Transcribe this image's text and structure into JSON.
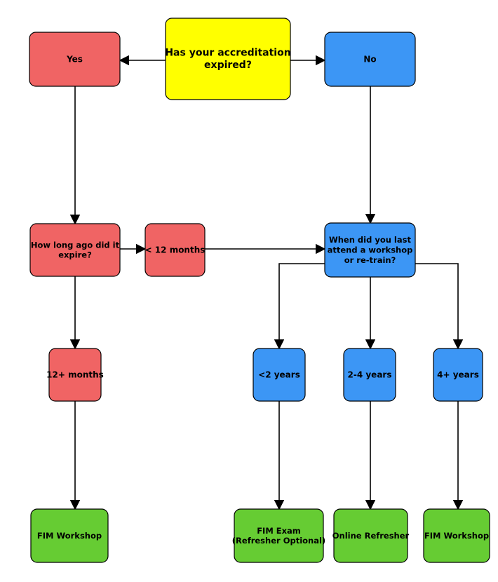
{
  "colors": {
    "question": "#ffff00",
    "expired_path": "#f06464",
    "current_path": "#3c96f5",
    "outcome": "#66cc33",
    "border": "#000000",
    "arrow": "#000000"
  },
  "nodes": {
    "start": {
      "lines": [
        "Has your accreditation",
        "expired?"
      ],
      "kind": "question"
    },
    "yes": {
      "lines": [
        "Yes"
      ],
      "kind": "expired_path"
    },
    "no": {
      "lines": [
        "No"
      ],
      "kind": "current_path"
    },
    "how_long": {
      "lines": [
        "How long ago did it",
        "expire?"
      ],
      "kind": "expired_path"
    },
    "lt12": {
      "lines": [
        "< 12 months"
      ],
      "kind": "expired_path"
    },
    "when_last": {
      "lines": [
        "When did you last",
        "attend a workshop",
        "or re-train?"
      ],
      "kind": "current_path"
    },
    "m12plus": {
      "lines": [
        "12+ months"
      ],
      "kind": "expired_path"
    },
    "lt2": {
      "lines": [
        "<2 years"
      ],
      "kind": "current_path"
    },
    "y2_4": {
      "lines": [
        "2-4 years"
      ],
      "kind": "current_path"
    },
    "y4plus": {
      "lines": [
        "4+ years"
      ],
      "kind": "current_path"
    },
    "fim_workshop_1": {
      "lines": [
        "FIM Workshop"
      ],
      "kind": "outcome"
    },
    "fim_exam": {
      "lines": [
        "FIM Exam",
        "(Refresher Optional)"
      ],
      "kind": "outcome"
    },
    "online_refresher": {
      "lines": [
        "Online Refresher"
      ],
      "kind": "outcome"
    },
    "fim_workshop_2": {
      "lines": [
        "FIM Workshop"
      ],
      "kind": "outcome"
    }
  },
  "edges": [
    {
      "from": "start",
      "to": "yes"
    },
    {
      "from": "start",
      "to": "no"
    },
    {
      "from": "yes",
      "to": "how_long"
    },
    {
      "from": "no",
      "to": "when_last"
    },
    {
      "from": "how_long",
      "to": "lt12"
    },
    {
      "from": "lt12",
      "to": "when_last"
    },
    {
      "from": "how_long",
      "to": "m12plus"
    },
    {
      "from": "when_last",
      "to": "lt2"
    },
    {
      "from": "when_last",
      "to": "y2_4"
    },
    {
      "from": "when_last",
      "to": "y4plus"
    },
    {
      "from": "m12plus",
      "to": "fim_workshop_1"
    },
    {
      "from": "lt2",
      "to": "fim_exam"
    },
    {
      "from": "y2_4",
      "to": "online_refresher"
    },
    {
      "from": "y4plus",
      "to": "fim_workshop_2"
    }
  ]
}
